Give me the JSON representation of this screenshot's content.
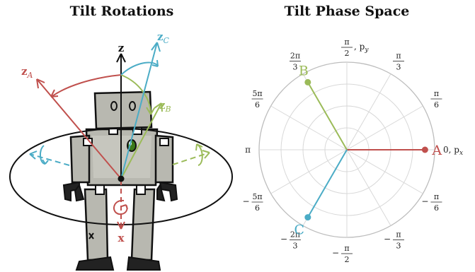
{
  "titles": {
    "left": "Tilt Rotations",
    "right": "Tilt Phase Space"
  },
  "left_axes": {
    "z": "z",
    "zA_main": "z",
    "zA_sub": "A",
    "zB_main": "z",
    "zB_sub": "B",
    "zC_main": "z",
    "zC_sub": "C",
    "x": "x"
  },
  "colors": {
    "red": "#c0504d",
    "green": "#9bbb59",
    "blue": "#4bacc6",
    "grid": "#d8d8d8",
    "robot_body": "#b8b8b0",
    "eye_green": "#3a7a1a"
  },
  "polar": {
    "angle_labels": [
      {
        "num": "",
        "den": "",
        "text": "0, p",
        "sub": "x",
        "angle_deg": 0
      },
      {
        "num": "π",
        "den": "6",
        "text": "",
        "angle_deg": 30
      },
      {
        "num": "π",
        "den": "3",
        "text": "",
        "angle_deg": 60
      },
      {
        "num": "π",
        "den": "2",
        "text": ", p",
        "sub": "y",
        "angle_deg": 90
      },
      {
        "num": "2π",
        "den": "3",
        "text": "",
        "angle_deg": 120
      },
      {
        "num": "5π",
        "den": "6",
        "text": "",
        "angle_deg": 150
      },
      {
        "num": "",
        "den": "",
        "text": "π",
        "angle_deg": 180
      },
      {
        "num": "5π",
        "den": "6",
        "prefix": "−",
        "angle_deg": 210
      },
      {
        "num": "2π",
        "den": "3",
        "prefix": "−",
        "angle_deg": 240
      },
      {
        "num": "π",
        "den": "2",
        "prefix": "−",
        "angle_deg": 270
      },
      {
        "num": "π",
        "den": "3",
        "prefix": "−",
        "angle_deg": 300
      },
      {
        "num": "π",
        "den": "6",
        "prefix": "−",
        "angle_deg": 330
      }
    ],
    "points": [
      {
        "label": "A",
        "angle_deg": 0,
        "radius_frac": 0.89,
        "color": "#c0504d"
      },
      {
        "label": "B",
        "angle_deg": 120,
        "radius_frac": 0.89,
        "color": "#9bbb59"
      },
      {
        "label": "C",
        "angle_deg": 240,
        "radius_frac": 0.89,
        "color": "#4bacc6"
      }
    ],
    "rings": 4
  }
}
